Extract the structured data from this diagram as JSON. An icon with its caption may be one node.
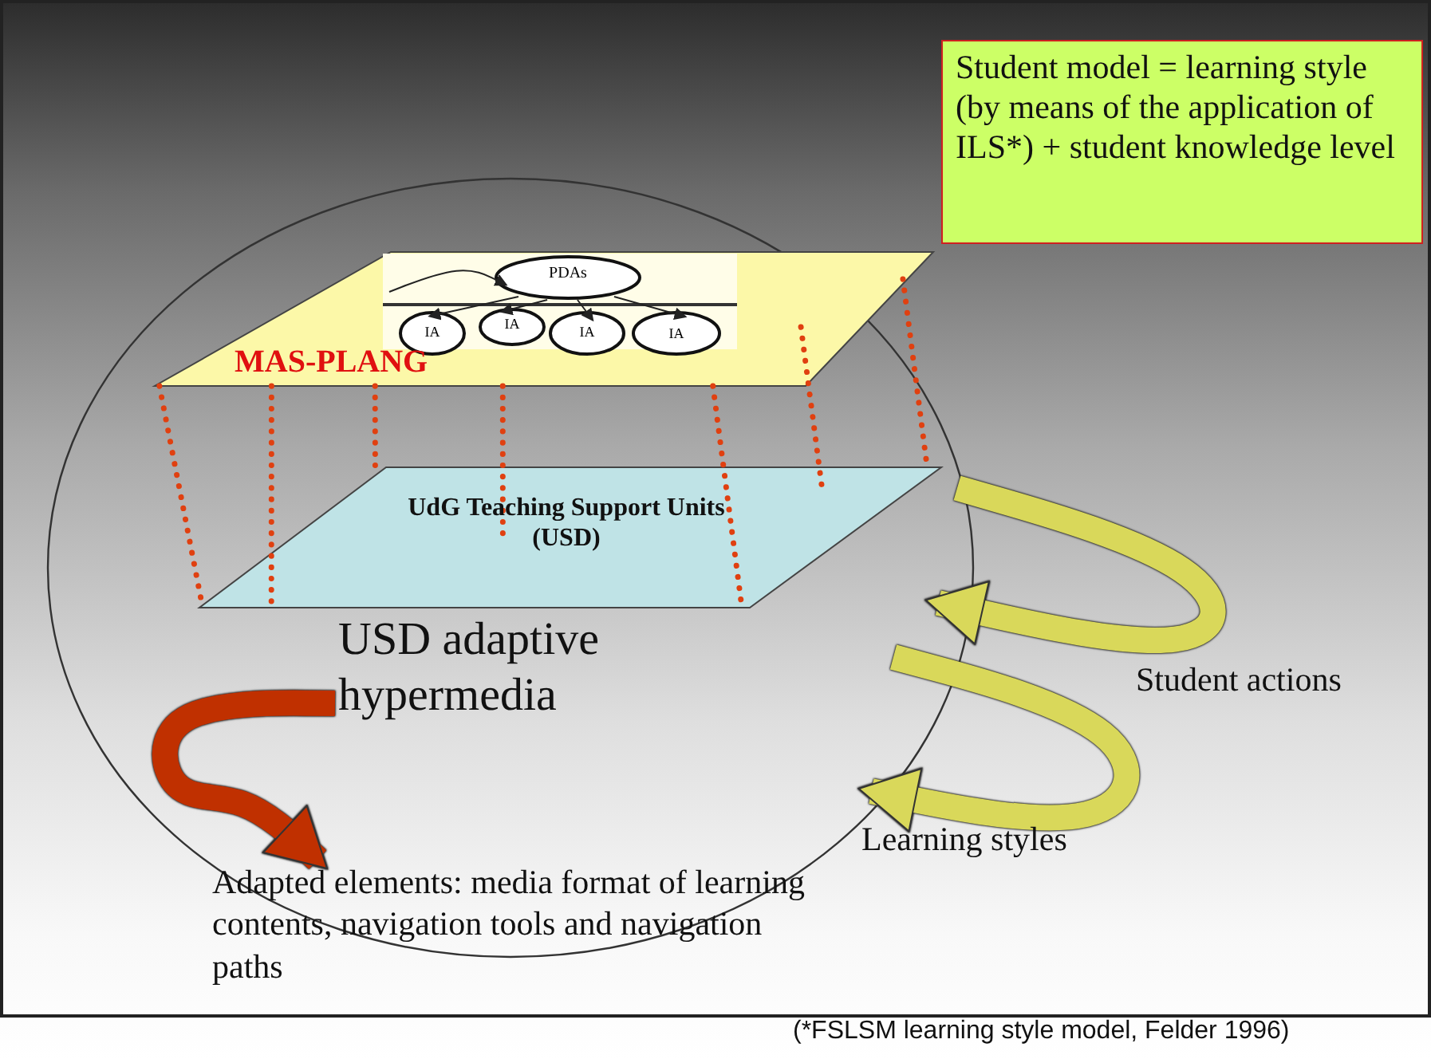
{
  "diagram": {
    "nodes": [
      {
        "text": [
          "USD adaptive hypermedia"
        ]
      },
      {
        "text": [
          "MAS-PLANG"
        ],
        "in": 0
      },
      {
        "text": [
          "UdG Teaching Support Units (USD)"
        ],
        "in": 0
      },
      {
        "text": [
          "PDAs"
        ],
        "in": 1
      },
      {
        "text": [
          "IA"
        ],
        "in": 1
      },
      {
        "text": [
          "IA"
        ],
        "in": 1
      },
      {
        "text": [
          "IA"
        ],
        "in": 1
      },
      {
        "text": [
          "IA"
        ],
        "in": 1
      },
      {
        "text": [
          "Student model = learning style (by means of the application of ILS*)  + student knowledge level"
        ]
      },
      {
        "text": [
          "Adapted elements: media format of learning contents, navigation tools and navigation paths"
        ]
      }
    ],
    "edges": [
      {
        "from": null,
        "to": 2,
        "arrow": "to",
        "label": "Student actions",
        "style": "thick",
        "color": "#d9d85a"
      },
      {
        "from": null,
        "to": 0,
        "arrow": "to",
        "label": "Learning styles",
        "style": "thick",
        "color": "#d9d85a"
      },
      {
        "from": null,
        "to": 9,
        "arrow": "to",
        "style": "thick",
        "color": "#c03000"
      },
      {
        "from": 1,
        "to": 2,
        "arrow": "none",
        "style": "dashed",
        "color": "#e04010"
      },
      {
        "from": 1,
        "to": 2,
        "arrow": "none",
        "style": "dashed",
        "color": "#e04010"
      },
      {
        "from": 1,
        "to": 2,
        "arrow": "none",
        "style": "dashed",
        "color": "#e04010"
      },
      {
        "from": 1,
        "to": 2,
        "arrow": "none",
        "style": "dashed",
        "color": "#e04010"
      },
      {
        "from": 1,
        "to": 2,
        "arrow": "none",
        "style": "dashed",
        "color": "#e04010"
      },
      {
        "from": 1,
        "to": 2,
        "arrow": "none",
        "style": "dashed",
        "color": "#e04010"
      },
      {
        "from": 1,
        "to": 2,
        "arrow": "none",
        "style": "dashed",
        "color": "#e04010"
      },
      {
        "from": null,
        "to": 3,
        "arrow": "to",
        "color": "#222222"
      },
      {
        "from": 3,
        "to": 4,
        "arrow": "to",
        "color": "#222222"
      },
      {
        "from": 3,
        "to": 5,
        "arrow": "to",
        "color": "#222222"
      },
      {
        "from": 3,
        "to": 6,
        "arrow": "to",
        "color": "#222222"
      },
      {
        "from": 3,
        "to": 7,
        "arrow": "to",
        "color": "#222222"
      }
    ],
    "labels": [
      "(*FSLSM learning style model, Felder 1996)"
    ]
  }
}
